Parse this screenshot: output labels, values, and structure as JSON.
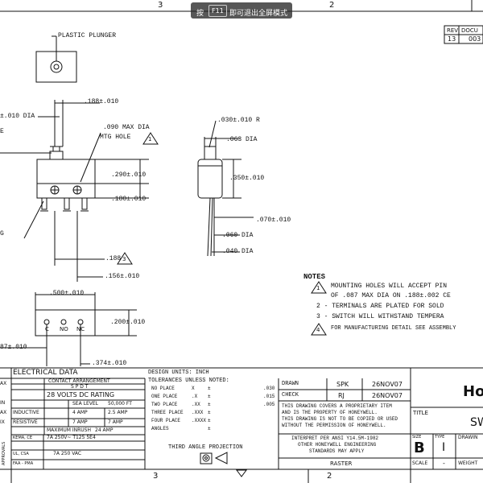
{
  "toast": {
    "prefix": "按",
    "key": "F11",
    "suffix": "即可退出全屏模式"
  },
  "zones": {
    "top_left": "3",
    "top_right": "2",
    "bottom_left": "3",
    "bottom_right": "2"
  },
  "rev_block": {
    "rev_label": "REV",
    "rev_value": "13",
    "doc_label": "DOCU",
    "doc_value": "003"
  },
  "callouts": {
    "plunger": "PLASTIC PLUNGER",
    "dia_top": "±.010 DIA",
    "dim_188": ".188±.010",
    "mtg_hole_1": ".090 MAX DIA",
    "mtg_hole_2": "MTG HOLE",
    "flag_1": "1",
    "dim_290": ".290±.010",
    "dim_180": ".180±.010",
    "dim_188b": ".188",
    "flag_3": "3",
    "dim_156": ".156±.010",
    "dim_500": ".500±.010",
    "dim_200": ".200±.010",
    "dim_87": "87±.010",
    "dim_374": ".374±.010",
    "term_c": "C",
    "term_no": "NO",
    "term_nc": "NC",
    "edge_g": "G",
    "edge_e": "E",
    "r_030": ".030±.010 R",
    "dia_063": ".063 DIA",
    "dim_350": ".350±.010",
    "dim_070": ".070±.010",
    "dia_060": ".060 DIA",
    "dia_040": ".040 DIA"
  },
  "notes": {
    "title": "NOTES",
    "n1_flag": "1",
    "n1a": "MOUNTING HOLES WILL ACCEPT PIN",
    "n1b": "OF .087 MAX DIA ON .188±.002 CE",
    "n2": "2 - TERMINALS ARE PLATED FOR SOLD",
    "n3": "3 - SWITCH WILL WITHSTAND TEMPERA",
    "n4_flag": "4",
    "n4": "FOR MANUFACTURING DETAIL SEE ASSEMBLY"
  },
  "electrical": {
    "title": "ELECTRICAL DATA",
    "contact_arr": "CONTACT ARRANGEMENT",
    "spdt": "S P D T",
    "rating": "28 VOLTS DC RATING",
    "sea_level": "SEA LEVEL",
    "altitude": "50,000 FT",
    "rows": [
      {
        "label": "INDUCTIVE",
        "sea": "4 AMP",
        "alt": "2.5 AMP"
      },
      {
        "label": "RESISTIVE",
        "sea": "7 AMP",
        "alt": "7 AMP"
      }
    ],
    "inrush_label": "MAXIMUM INRUSH",
    "inrush_value": "24 AMP",
    "kema_label": "KEMA, CE",
    "kema_value": "7A 250V~ T125 5E4",
    "ul_label": "UL, CSA",
    "ul_value": "7A 250 VAC",
    "faa_label": "FAA - PMA",
    "approvals": "APPROVALS",
    "left_cut": [
      "AX",
      "IN",
      "AX",
      "IX"
    ]
  },
  "design": {
    "units": "DESIGN UNITS:  INCH",
    "tol_note": "TOLERANCES UNLESS NOTED:",
    "places": [
      {
        "label": "NO PLACE",
        "fmt": "X",
        "pm": "±",
        "val": ""
      },
      {
        "label": "ONE PLACE",
        "fmt": ".X",
        "pm": "±",
        "val": ""
      },
      {
        "label": "TWO PLACE",
        "fmt": ".XX",
        "pm": "±",
        "val": ""
      },
      {
        "label": "THREE PLACE",
        "fmt": ".XXX",
        "pm": "±",
        "val": ""
      },
      {
        "label": "FOUR PLACE",
        "fmt": ".XXXX",
        "pm": "±",
        "val": ""
      },
      {
        "label": "ANGLES",
        "fmt": "",
        "pm": "±",
        "val": ""
      }
    ],
    "right_vals": [
      ".030",
      ".015",
      ".005"
    ],
    "projection": "THIRD ANGLE PROJECTION"
  },
  "signoff": {
    "drawn_label": "DRAWN",
    "drawn_by": "SPK",
    "drawn_date": "26NOV07",
    "check_label": "CHECK",
    "check_by": "RJ",
    "check_date": "26NOV07",
    "proprietary": [
      "THIS DRAWING COVERS A PROPRIETARY ITEM",
      "AND IS THE PROPERTY OF HONEYWELL.",
      "THIS DRAWING IS NOT TO BE COPIED OR USED",
      "WITHOUT THE PERMISSION OF HONEYWELL."
    ],
    "ansi": [
      "INTERPRET PER ANSI Y14.5M-1982",
      "OTHER HONEYWELL ENGINEERING",
      "STANDARDS MAY APPLY"
    ],
    "raster": "RASTER"
  },
  "title_block": {
    "company": "Ho",
    "title_label": "TITLE",
    "title_value": "SW",
    "size_label": "SIZE",
    "size_value": "B",
    "type_label": "TYPE",
    "type_value": "I",
    "drawing_label": "DRAWIN",
    "scale_label": "SCALE",
    "scale_value": "-",
    "weight_label": "WEIGHT"
  }
}
